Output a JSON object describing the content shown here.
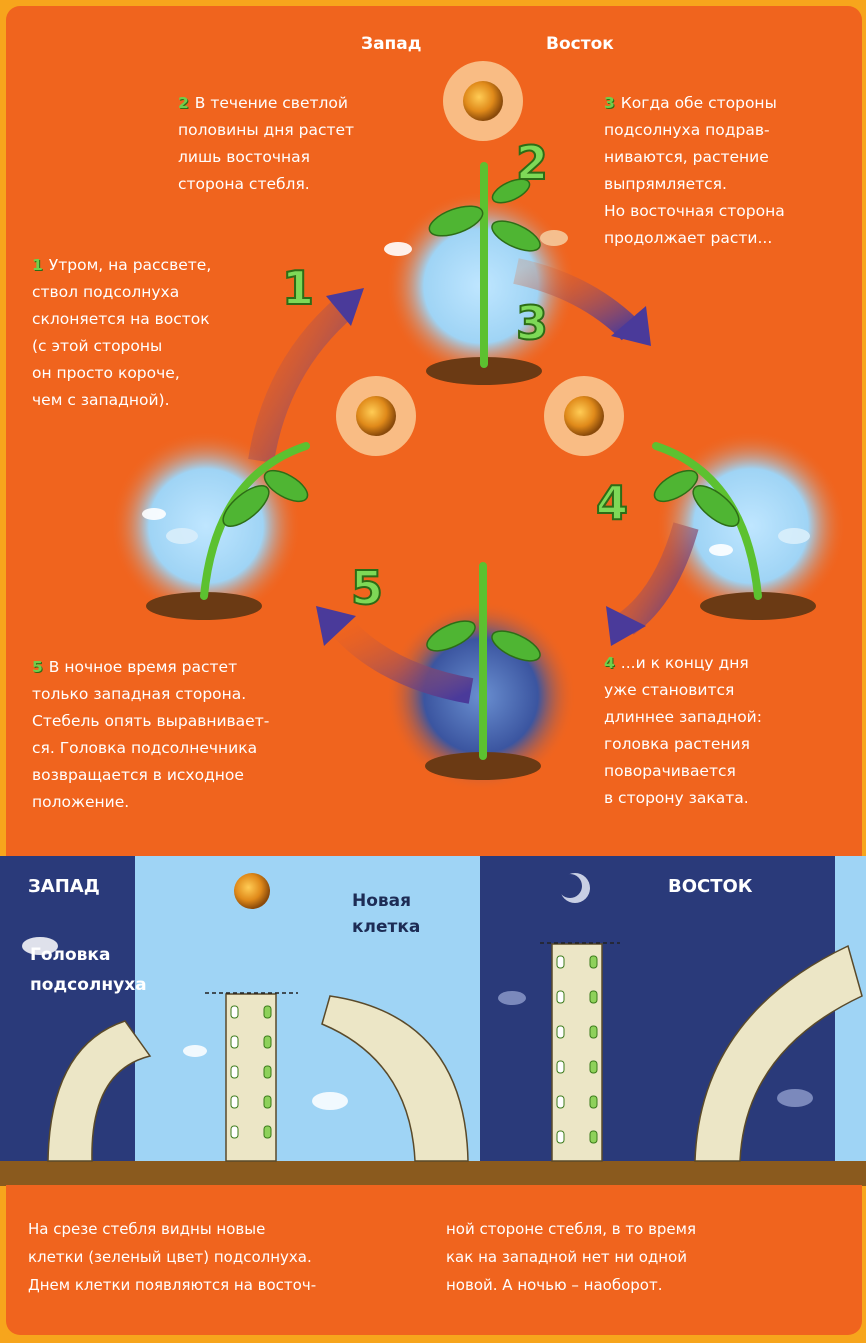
{
  "header": {
    "west": "Запад",
    "east": "Восток"
  },
  "steps": [
    {
      "num": "1",
      "text": "Утром, на рассвете,\nствол подсолнуха\nсклоняется на восток\n(с этой стороны\nон просто короче,\nчем с западной)."
    },
    {
      "num": "2",
      "text": "В течение светлой\nполовины дня растет\nлишь восточная\nсторона стебля."
    },
    {
      "num": "3",
      "text": "Когда обе стороны\nподсолнуха подрав-\nниваются, растение\nвыпрямляется.\nНо восточная сторона\nпродолжает расти..."
    },
    {
      "num": "4",
      "text": "...и к концу дня\nуже становится\nдлиннее западной:\nголовка растения\nповорачивается\nв сторону заката."
    },
    {
      "num": "5",
      "text": "В ночное время растет\nтолько западная сторона.\nСтебель опять выравнивает-\nся. Головка подсолнечника\nвозвращается в исходное\nположение."
    }
  ],
  "diagram_numbers": [
    "1",
    "2",
    "3",
    "4",
    "5"
  ],
  "cells_panel": {
    "west": "ЗАПАД",
    "east": "ВОСТОК",
    "head_label": "Головка\nподсолнуха",
    "new_cell_label": "Новая\nклетка"
  },
  "footer": {
    "col1": "На срезе стебля видны новые\nклетки (зеленый цвет) подсолнуха.\nДнем клетки появляются на восточ-",
    "col2": "ной стороне стебля, в то время\nкак на западной нет ни одной\nновой. А ночью – наоборот."
  },
  "colors": {
    "orange": "#f0641e",
    "frame": "#f7a51c",
    "sky_day": "#9fd4f5",
    "sky_night": "#2a3a7a",
    "ground": "#8a5a1e"
  }
}
